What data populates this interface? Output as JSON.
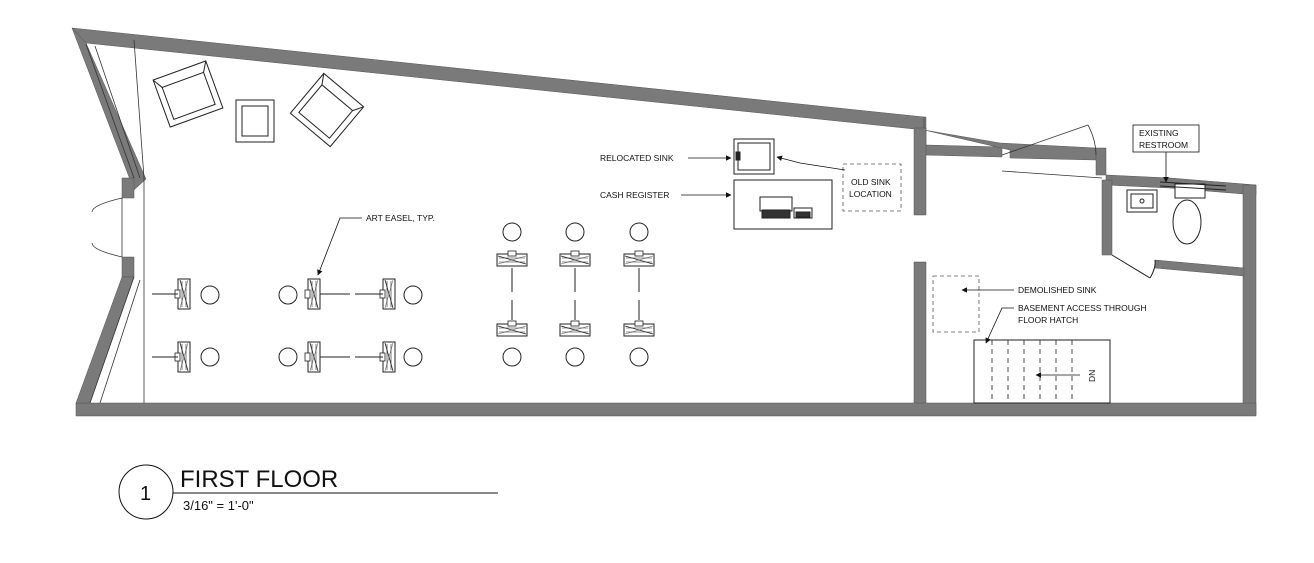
{
  "labels": {
    "art_easel": "ART EASEL, TYP.",
    "relocated_sink": "RELOCATED SINK",
    "cash_register": "CASH REGISTER",
    "old_sink_line1": "OLD SINK",
    "old_sink_line2": "LOCATION",
    "existing_restroom_line1": "EXISTING",
    "existing_restroom_line2": "RESTROOM",
    "demolished_sink": "DEMOLISHED SINK",
    "basement_access_line1": "BASEMENT ACCESS THROUGH",
    "basement_access_line2": "FLOOR HATCH",
    "stair_direction": "DN"
  },
  "title_block": {
    "number": "1",
    "title": "FIRST FLOOR",
    "scale": "3/16\" = 1'-0\""
  }
}
